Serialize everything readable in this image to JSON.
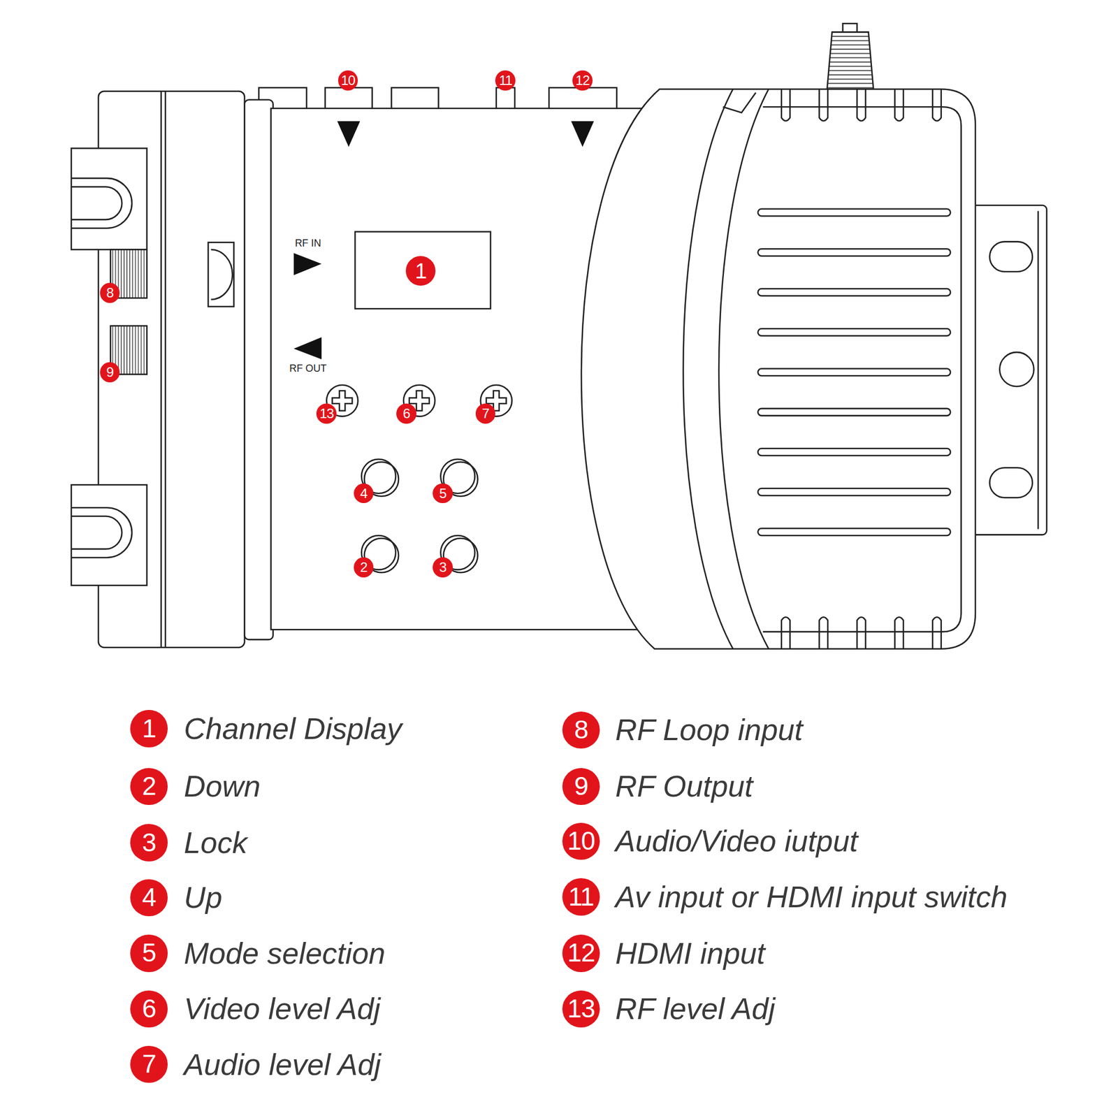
{
  "diagram": {
    "labels": [
      "10",
      "11",
      "12",
      "RF IN",
      "1",
      "8",
      "RF OUT",
      "9",
      "13",
      "6",
      "7",
      "4",
      "5",
      "2",
      "3",
      "1",
      "Channel Display",
      "8",
      "RF Loop input",
      "2",
      "Down",
      "9",
      "RF Output",
      "3",
      "Lock",
      "10",
      "Audio/Video iutput",
      "4",
      "Up",
      "11",
      "Av input or HDMI input switch",
      "5",
      "Mode selection",
      "12",
      "HDMI input",
      "6",
      "Video level Adj",
      "13",
      "RF level Adj",
      "7",
      "Audio level Adj"
    ]
  }
}
